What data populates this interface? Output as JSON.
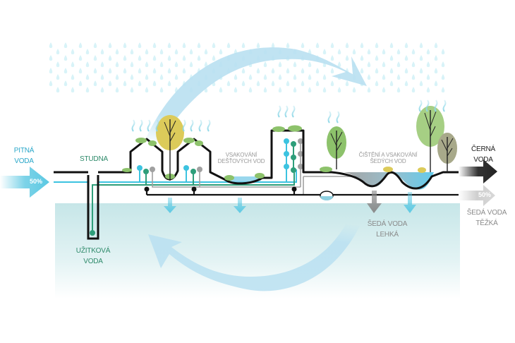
{
  "title": "Water cycle in a settlement",
  "labels": {
    "pitna_voda": [
      "PITNÁ",
      "VODA"
    ],
    "studna": "STUDNA",
    "uzitkova_voda": [
      "UŽITKOVÁ",
      "VODA"
    ],
    "vsakovani": [
      "VSAKOVÁNÍ",
      "DEŠŤOVÝCH VOD"
    ],
    "cisteni": [
      "ČIŠTĚNÍ A VSAKOVÁNÍ",
      "ŠEDÝCH VOD"
    ],
    "cerna_voda": [
      "ČERNÁ",
      "VODA"
    ],
    "seda_voda_lehka": [
      "ŠEDÁ VODA",
      "LEHKÁ"
    ],
    "seda_voda_tezka": [
      "ŠEDÁ VODA",
      "TĚŽKÁ"
    ]
  },
  "inflow_percent": "50%",
  "outflow_percent": "50%",
  "colors": {
    "potable": "#3cc3e0",
    "service": "#2e9e7a",
    "grey": "#9a9a9a",
    "black": "#111111",
    "ground": "#c8e8ea",
    "cycle_arrow": "#b7dff0",
    "rain": "#d8f3f8",
    "greenery": "#8dc26b",
    "tree_yellow": "#dccb5a",
    "tree_olive": "#a8a98a"
  }
}
